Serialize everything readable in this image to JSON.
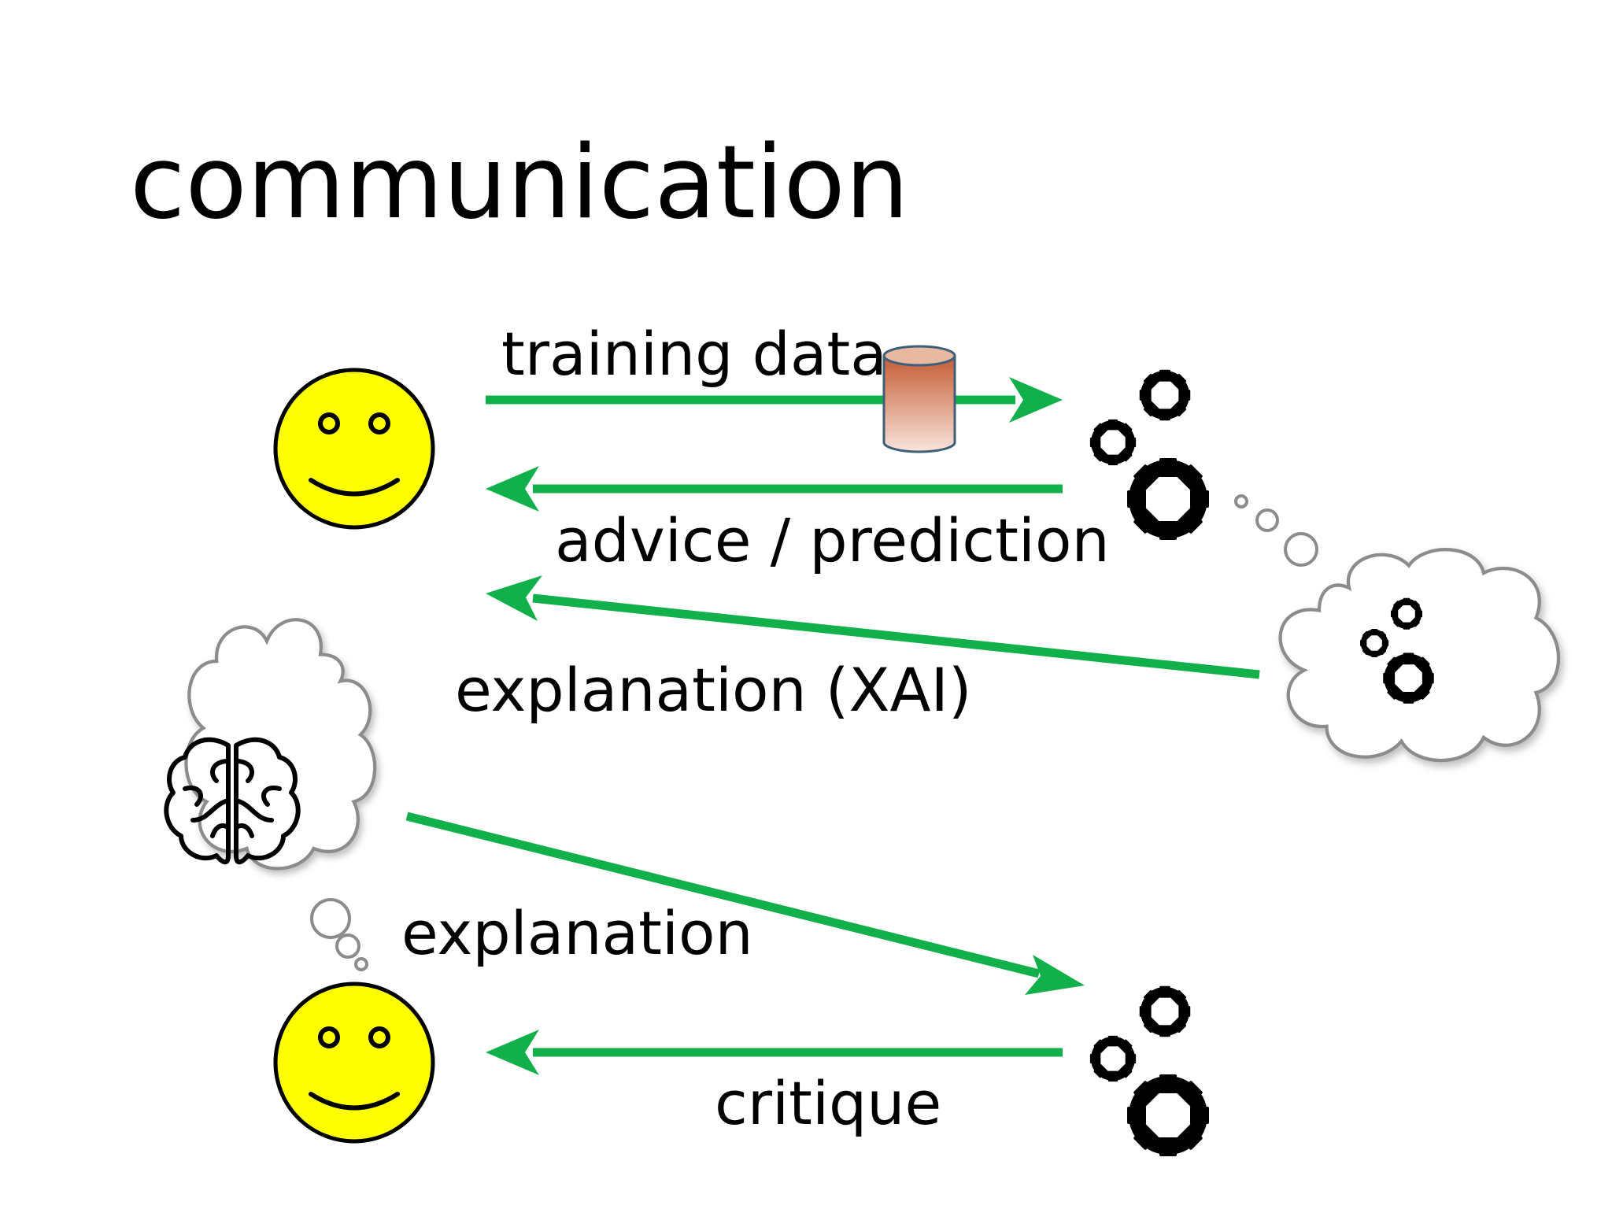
{
  "slide": {
    "title": "communication"
  },
  "labels": {
    "training_data": "training data",
    "advice_prediction": "advice / prediction",
    "explanation_xai": "explanation (XAI)",
    "explanation": "explanation",
    "critique": "critique"
  },
  "icons": {
    "human_top": "smiley-face-icon",
    "human_bottom": "smiley-face-icon",
    "machine_top": "gears-icon",
    "machine_bottom": "gears-icon",
    "data_store": "database-cylinder-icon",
    "machine_thought": "thought-cloud-gears-icon",
    "human_thought": "thought-cloud-brain-icon"
  },
  "colors": {
    "arrow": "#12b04b",
    "face_fill": "#ffff00",
    "face_stroke": "#000000",
    "gear": "#000000",
    "cloud_stroke": "#8c8c8c",
    "cylinder_top": "#c8603a",
    "cylinder_bottom": "#f7ddd2",
    "cylinder_stroke": "#3d5f78"
  }
}
